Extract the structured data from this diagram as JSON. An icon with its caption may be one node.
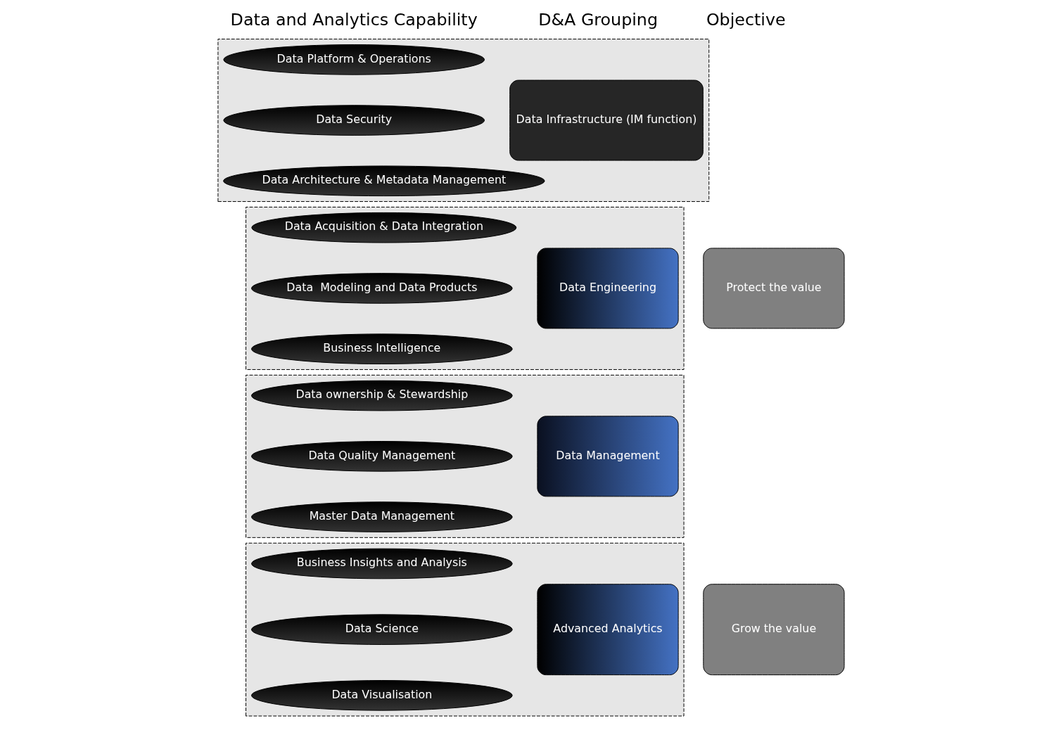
{
  "diagram": {
    "nodes": [
      {
        "text": [],
        "shape": "box"
      },
      {
        "text": [
          "Data Platform & Operations"
        ],
        "in": 0
      },
      {
        "text": [
          "Data Security"
        ],
        "in": 0
      },
      {
        "text": [
          "Data Architecture & Metadata Management"
        ],
        "in": 0
      },
      {
        "text": [
          "Data Infrastructure (IM function)"
        ],
        "in": 0
      },
      {
        "text": [],
        "shape": "box"
      },
      {
        "text": [
          "Data Acquisition & Data Integration"
        ],
        "in": 5
      },
      {
        "text": [
          "Data  Modeling and Data Products"
        ],
        "in": 5
      },
      {
        "text": [
          "Business Intelligence"
        ],
        "in": 5
      },
      {
        "text": [
          "Data Engineering"
        ],
        "in": 5
      },
      {
        "text": [],
        "shape": "box"
      },
      {
        "text": [
          "Data ownership & Stewardship"
        ],
        "in": 10
      },
      {
        "text": [
          "Data Quality Management"
        ],
        "in": 10
      },
      {
        "text": [
          "Master Data Management"
        ],
        "in": 10
      },
      {
        "text": [
          "Data Management"
        ],
        "in": 10
      },
      {
        "text": [],
        "shape": "box"
      },
      {
        "text": [
          "Business Insights and Analysis"
        ],
        "in": 15
      },
      {
        "text": [
          "Data Science"
        ],
        "in": 15
      },
      {
        "text": [
          "Data Visualisation"
        ],
        "in": 15
      },
      {
        "text": [
          "Advanced Analytics"
        ],
        "in": 15
      },
      {
        "text": [
          "Protect the value"
        ]
      },
      {
        "text": [
          "Grow the value"
        ]
      }
    ],
    "edges": [],
    "labels": [
      "Data and Analytics Capability",
      "D&A Grouping",
      "Objective"
    ]
  }
}
